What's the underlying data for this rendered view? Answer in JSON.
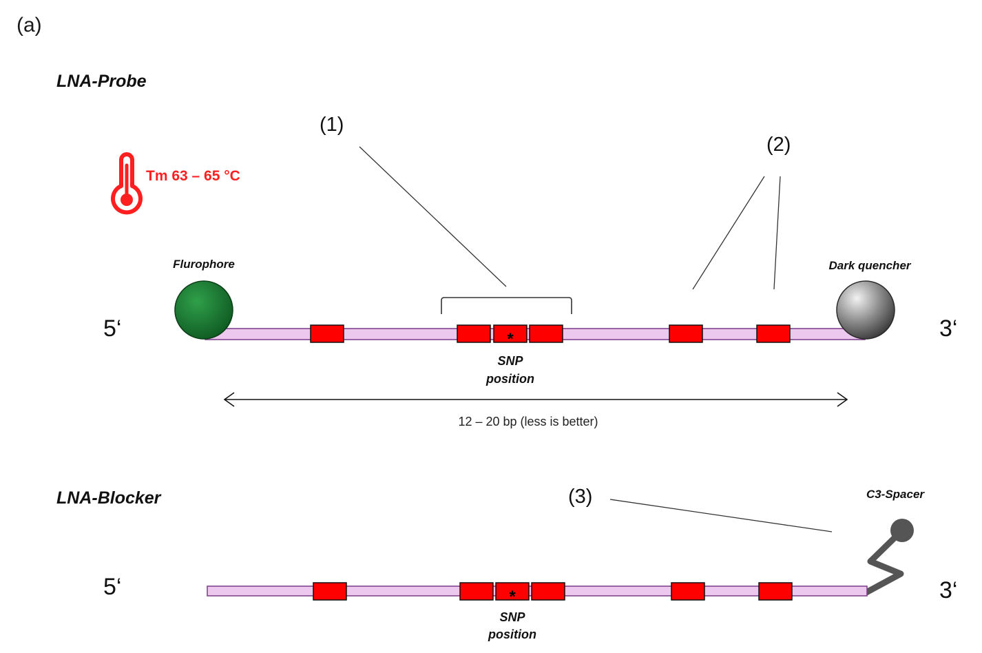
{
  "panel_label": "(a)",
  "colors": {
    "strand_fill": "#ecc8ef",
    "strand_stroke": "#7a3b86",
    "lna_block": "#ff0000",
    "fluorophore": "#1d7a33",
    "quencher": "#6d6d6d",
    "spacer": "#555555",
    "temperature": "#ff1f1f"
  },
  "probe": {
    "title": "LNA-Probe",
    "five_prime": "5‘",
    "three_prime": "3‘",
    "fluorophore_label": "Flurophore",
    "quencher_label": "Dark quencher",
    "temperature": "Tm 63 – 65 °C",
    "snp_label_line1": "SNP",
    "snp_label_line2": "position",
    "snp_marker": "*",
    "length_label": "12 – 20 bp (less is better)",
    "callout_1": "(1)",
    "callout_2": "(2)"
  },
  "blocker": {
    "title": "LNA-Blocker",
    "five_prime": "5‘",
    "three_prime": "3‘",
    "spacer_label": "C3-Spacer",
    "snp_label_line1": "SNP",
    "snp_label_line2": "position",
    "snp_marker": "*",
    "callout_3": "(3)"
  },
  "icons": [
    "thermometer-icon",
    "double-arrow-icon"
  ]
}
